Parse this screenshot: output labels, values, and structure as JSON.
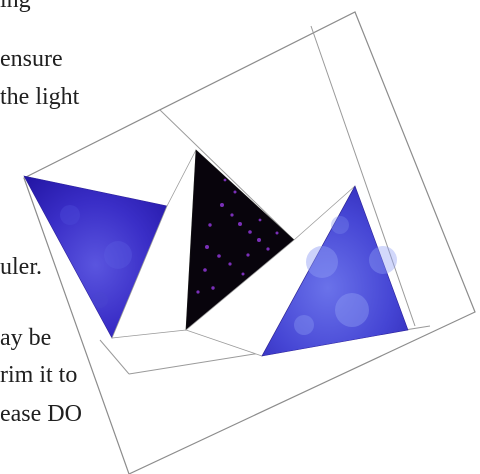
{
  "text_lines": [
    "ing",
    "ensure",
    "the light",
    "uler.",
    "ay be",
    "rim it to",
    "ease DO"
  ],
  "colors": {
    "outline": "#8c8c8c",
    "dark_fabric": "#08040c",
    "dark_fabric_dots": "#7a2fb8",
    "blue_fabric": "#2f22b8",
    "blue_fabric_light": "#5a55df",
    "background": "#ffffff"
  },
  "figure": {
    "subject": "quilt-block-paper-pieced-triangles"
  }
}
